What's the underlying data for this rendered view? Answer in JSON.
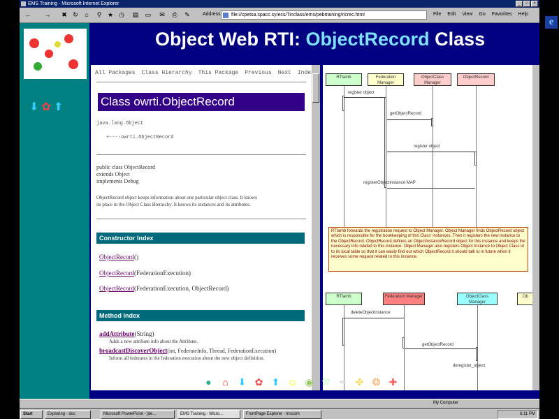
{
  "window": {
    "title": "EMS Training - Microsoft Internet Explorer"
  },
  "toolbar": {
    "address_label": "Address",
    "address_value": "file://cpetsa.spacc.sy/ecs/Tinclass/ems/pebtraining/ricrec.html",
    "menus": [
      "File",
      "Edit",
      "View",
      "Go",
      "Favorites",
      "Help"
    ]
  },
  "page": {
    "title_prefix": "Object Web RTI: ",
    "title_accent": "ObjectRecord",
    "title_suffix": " Class"
  },
  "javadoc": {
    "nav": [
      "All Packages",
      "Class Hierarchy",
      "This Package",
      "Previous",
      "Next",
      "Index"
    ],
    "class_title": "Class owrti.ObjectRecord",
    "inherit_1": "java.lang.Object",
    "inherit_2": "+----owrti.ObjectRecord",
    "decl_1": "public class ObjectRecord",
    "decl_2": "extends Object",
    "decl_3": "implements Debug",
    "desc_1": "ObjectRecord object keeps information about one particular object class. It knows",
    "desc_2": "its place in the Object Class Hierarchy. It knows its instances and its attributes.",
    "constructor_index": "Constructor Index",
    "constructors": [
      {
        "name": "ObjectRecord",
        "args": "()"
      },
      {
        "name": "ObjectRecord",
        "args": "(FederationExecution)"
      },
      {
        "name": "ObjectRecord",
        "args": "(FederationExecution, ObjectRecord)"
      }
    ],
    "method_index": "Method Index",
    "methods": [
      {
        "name": "addAttribute",
        "args": "(String)",
        "desc": "Adds a new attribute info about the Attribute."
      },
      {
        "name": "broadcastDiscoverObject",
        "args": "(int, FederateInfo, Thread, FederationExecution)",
        "desc": "Inform all federates in the federation execution about the new object definition."
      }
    ]
  },
  "diagram": {
    "objects_top": [
      "RTIamb",
      "Federation Manager",
      "ObjectClass Manager",
      "ObjectRecord"
    ],
    "messages_top": [
      "register object",
      "getObjectRecord",
      "register object",
      "registerObjectInstance MAP"
    ],
    "note": "RTIamb forwards the registration request to Object Manager. Object Manager finds ObjectRecord object which is responsible for the bookkeeping of this Class' instances. Then it registers the new instance to the ObjectRecord. ObjectRecord defines an ObjectInstanceRecord object for this instance and keeps the necessary info related to this instance. Object Manager also registers Object Instance to Object Class id to its local table so that it can easily find out which ObjectRecord it should talk to in future when it receives some request related to this instance.",
    "objects_bottom": [
      "RTIamb",
      "Federation Manager",
      "ObjectClass Manager",
      "Ob"
    ],
    "messages_bottom": [
      "deleteObjectInstance",
      "getObjectRecord",
      "deregister_object"
    ],
    "colors": {
      "green": "#ccffcc",
      "yellow": "#ffffcc",
      "pink": "#ffcccc",
      "salmon": "#ff8080",
      "cyan": "#99ffff"
    }
  },
  "bottom_icons": [
    "globe-icon",
    "home-icon",
    "down-arrow-icon",
    "color-wheel-icon",
    "up-arrow-icon",
    "smiley-icon",
    "eye-icon",
    "tools-icon",
    "feather-icon",
    "bee-icon",
    "wheel-icon",
    "medical-icon"
  ],
  "status": {
    "zone": "My Computer"
  },
  "taskbar": {
    "start": "Start",
    "tasks": [
      "Exploring - doc",
      "Microsoft PowerPoint - [de...",
      "EMS Training - Micro...",
      "FrontPage Explorer - Iriscom"
    ],
    "clock": "6:11 PM"
  }
}
